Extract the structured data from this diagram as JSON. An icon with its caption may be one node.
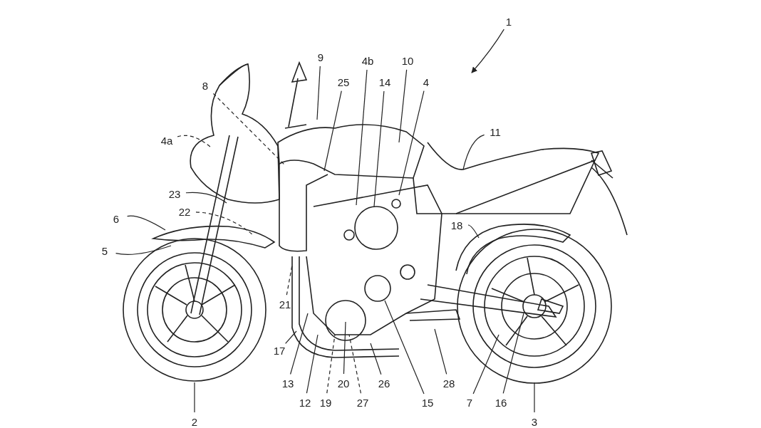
{
  "diagram": {
    "nodes": [
      {
        "text": [
          "1"
        ]
      },
      {
        "text": [
          "9"
        ]
      },
      {
        "text": [
          "4b"
        ]
      },
      {
        "text": [
          "10"
        ]
      },
      {
        "text": [
          "25"
        ]
      },
      {
        "text": [
          "14"
        ]
      },
      {
        "text": [
          "4"
        ]
      },
      {
        "text": [
          "8"
        ]
      },
      {
        "text": [
          "11"
        ]
      },
      {
        "text": [
          "4a"
        ]
      },
      {
        "text": [
          "23"
        ]
      },
      {
        "text": [
          "22"
        ]
      },
      {
        "text": [
          "6"
        ]
      },
      {
        "text": [
          "18"
        ]
      },
      {
        "text": [
          "5"
        ]
      },
      {
        "text": [
          "21"
        ]
      },
      {
        "text": [
          "17"
        ]
      },
      {
        "text": [
          "13"
        ]
      },
      {
        "text": [
          "20"
        ]
      },
      {
        "text": [
          "26"
        ]
      },
      {
        "text": [
          "28"
        ]
      },
      {
        "text": [
          "12"
        ]
      },
      {
        "text": [
          "19"
        ]
      },
      {
        "text": [
          "27"
        ]
      },
      {
        "text": [
          "15"
        ]
      },
      {
        "text": [
          "7"
        ]
      },
      {
        "text": [
          "16"
        ]
      },
      {
        "text": [
          "2"
        ]
      },
      {
        "text": [
          "3"
        ]
      }
    ],
    "edges": [
      {
        "from": 0,
        "to": null,
        "arrow": "to"
      },
      {
        "from": 1,
        "to": null,
        "arrow": "none"
      },
      {
        "from": 2,
        "to": null,
        "arrow": "none"
      },
      {
        "from": 3,
        "to": null,
        "arrow": "none"
      },
      {
        "from": 4,
        "to": null,
        "arrow": "none"
      },
      {
        "from": 5,
        "to": null,
        "arrow": "none"
      },
      {
        "from": 6,
        "to": null,
        "arrow": "none"
      },
      {
        "from": 7,
        "to": null,
        "arrow": "none",
        "style": "dashed"
      },
      {
        "from": 8,
        "to": null,
        "arrow": "none"
      },
      {
        "from": 9,
        "to": null,
        "arrow": "none",
        "style": "dashed"
      },
      {
        "from": 10,
        "to": null,
        "arrow": "none"
      },
      {
        "from": 11,
        "to": null,
        "arrow": "none",
        "style": "dashed"
      },
      {
        "from": 12,
        "to": null,
        "arrow": "none"
      },
      {
        "from": 13,
        "to": null,
        "arrow": "none"
      },
      {
        "from": 14,
        "to": null,
        "arrow": "none"
      },
      {
        "from": 15,
        "to": null,
        "arrow": "none",
        "style": "dashed"
      },
      {
        "from": 16,
        "to": null,
        "arrow": "none"
      },
      {
        "from": 17,
        "to": null,
        "arrow": "none"
      },
      {
        "from": 18,
        "to": null,
        "arrow": "none"
      },
      {
        "from": 19,
        "to": null,
        "arrow": "none"
      },
      {
        "from": 20,
        "to": null,
        "arrow": "none"
      },
      {
        "from": 21,
        "to": null,
        "arrow": "none"
      },
      {
        "from": 22,
        "to": null,
        "arrow": "none",
        "style": "dashed"
      },
      {
        "from": 23,
        "to": null,
        "arrow": "none",
        "style": "dashed"
      },
      {
        "from": 24,
        "to": null,
        "arrow": "none"
      },
      {
        "from": 25,
        "to": null,
        "arrow": "none"
      },
      {
        "from": 26,
        "to": null,
        "arrow": "none"
      },
      {
        "from": 27,
        "to": null,
        "arrow": "none"
      },
      {
        "from": 28,
        "to": null,
        "arrow": "none"
      }
    ]
  }
}
